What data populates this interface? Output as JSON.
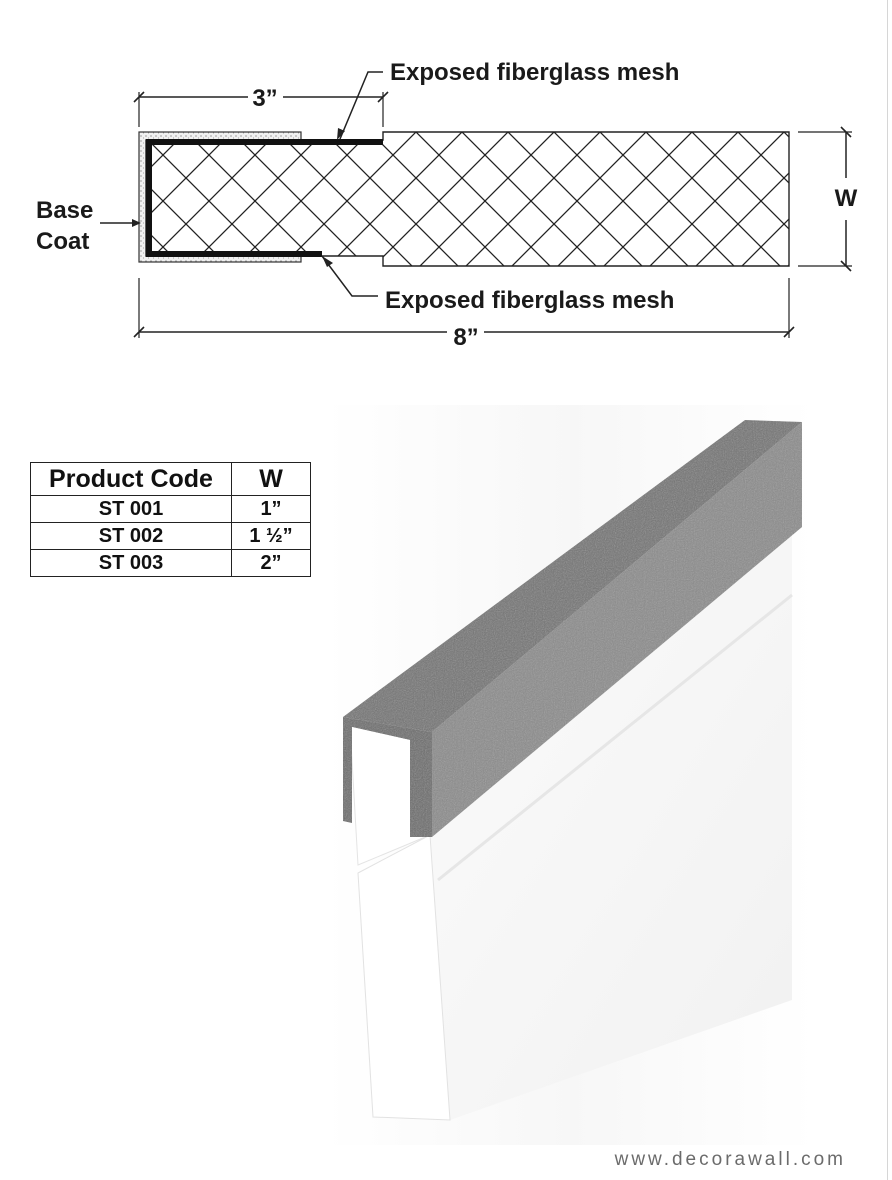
{
  "diagram": {
    "dim_top": "3”",
    "dim_bottom": "8”",
    "dim_height": "W",
    "label_mesh_top": "Exposed fiberglass mesh",
    "label_mesh_bottom": "Exposed fiberglass mesh",
    "label_base_1": "Base",
    "label_base_2": "Coat"
  },
  "table": {
    "headers": [
      "Product Code",
      "W"
    ],
    "rows": [
      [
        "ST 001",
        "1”"
      ],
      [
        "ST 002",
        "1 ½”"
      ],
      [
        "ST 003",
        "2”"
      ]
    ]
  },
  "website": "www.decorawall.com"
}
